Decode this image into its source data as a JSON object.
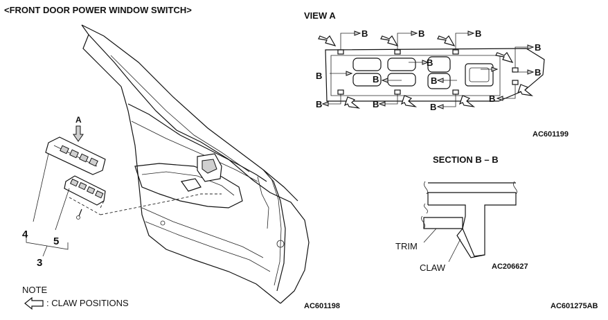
{
  "title": "<FRONT DOOR POWER WINDOW SWITCH>",
  "view_a": {
    "label": "VIEW A",
    "section_letter": "B",
    "code": "AC601199"
  },
  "callout_a": "A",
  "parts": {
    "n3": "3",
    "n4": "4",
    "n5": "5"
  },
  "door_code": "AC601198",
  "section": {
    "label": "SECTION B – B",
    "trim": "TRIM",
    "claw": "CLAW",
    "code": "AC206627"
  },
  "note": {
    "title": "NOTE",
    "legend": ": CLAW POSITIONS",
    "legend_icon": "hollow-left-arrow-icon"
  },
  "figure_code": "AC601275AB"
}
